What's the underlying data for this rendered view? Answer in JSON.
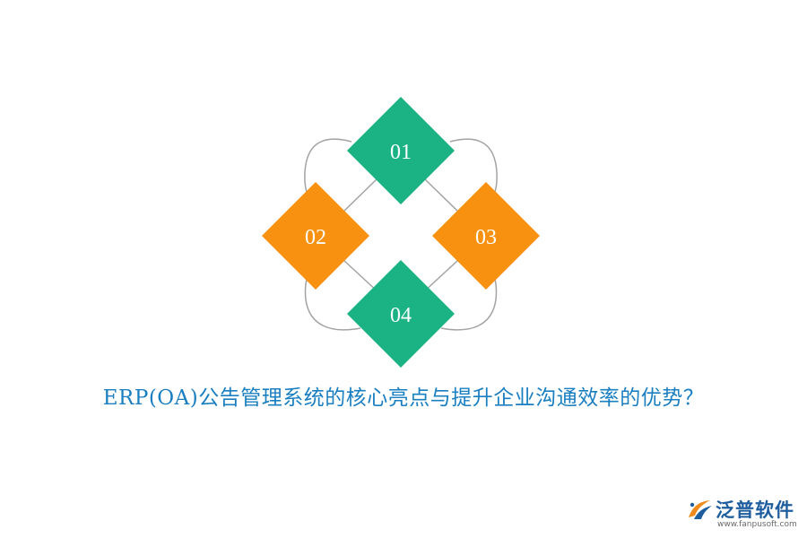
{
  "diagram": {
    "nodes": [
      {
        "label": "01",
        "color": "#1bb384"
      },
      {
        "label": "02",
        "color": "#f7910f"
      },
      {
        "label": "03",
        "color": "#f7910f"
      },
      {
        "label": "04",
        "color": "#1bb384"
      }
    ],
    "connector_color": "#a3a3a3"
  },
  "caption": "ERP(OA)公告管理系统的核心亮点与提升企业沟通效率的优势？",
  "caption_color": "#1a7fc1",
  "logo": {
    "name": "泛普软件",
    "url": "www.fanpusoft.com",
    "icon": "fanpu-logo-icon",
    "colors": {
      "text": "#1f5e9e",
      "mark_orange": "#f08a1a",
      "mark_blue": "#1f5e9e"
    }
  }
}
